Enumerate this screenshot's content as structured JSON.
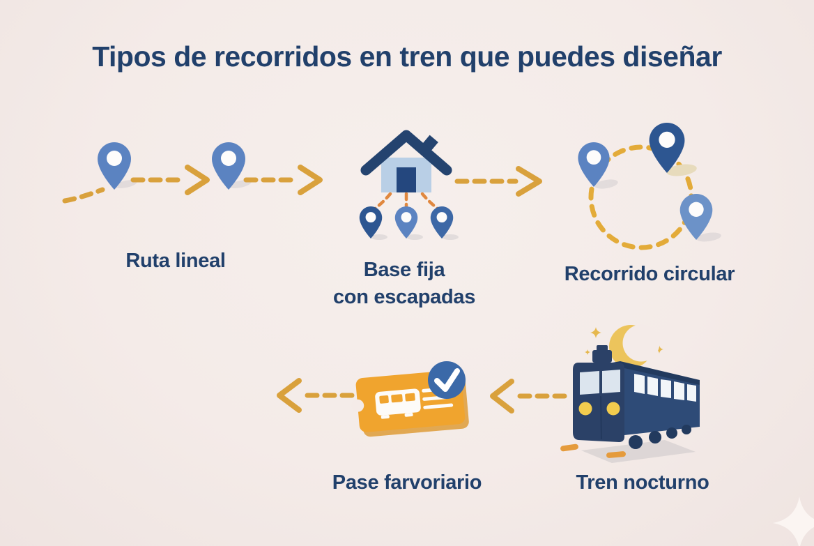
{
  "title": "Tipos de recorridos en tren que puedes diseñar",
  "palette": {
    "background": "#f4ebe8",
    "text_navy": "#21406b",
    "pin_blue": "#5b83c1",
    "pin_dark": "#2d5691",
    "pin_mid": "#3d68a6",
    "pin_light": "#6c92c8",
    "house_body": "#b9cfe6",
    "house_roof": "#24436f",
    "house_door": "#24477e",
    "gold_dash": "#d9a13c",
    "circle_dash": "#e3ab39",
    "connector_orange": "#e0883f",
    "ticket_orange": "#f0a42e",
    "ticket_shadow": "#db9220",
    "icon_white": "#fdfbf8",
    "check_blue": "#3b69a8",
    "moon_gold": "#ecc45c",
    "star_gold": "#e6b84e",
    "train_navy": "#2b4167",
    "train_side": "#2e4b77",
    "train_roof": "#223a5e",
    "window_light": "#f2f6f9",
    "headlight_yellow": "#f2cc4e",
    "shadow_gray": "#c8c3c5",
    "sparkle_white": "#fbf5f2"
  },
  "sections": [
    {
      "id": "ruta-lineal",
      "label": "Ruta lineal",
      "icon": "map-pins-with-dashed-arrows"
    },
    {
      "id": "base-fija",
      "label_line1": "Base fija",
      "label_line2": "con escapadas",
      "icon": "house-with-three-pins"
    },
    {
      "id": "recorrido-circular",
      "label": "Recorrido circular",
      "icon": "dashed-circle-with-pins"
    },
    {
      "id": "pase-ferroviario",
      "label": "Pase farvoriario",
      "icon": "orange-ticket-with-check"
    },
    {
      "id": "tren-nocturno",
      "label": "Tren nocturno",
      "icon": "night-train-with-moon"
    }
  ]
}
